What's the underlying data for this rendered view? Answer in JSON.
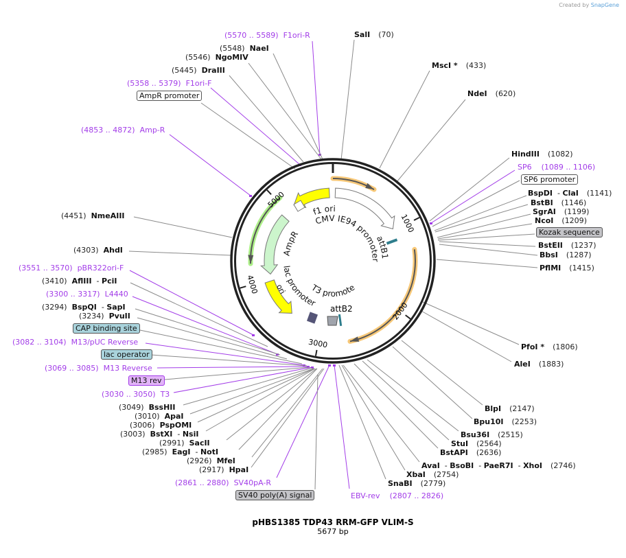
{
  "credit": {
    "prefix": "Created by",
    "brand": "SnapGene"
  },
  "plasmid": {
    "name": "pHBS1385 TDP43 RRM-GFP VLIM-S",
    "length": "5677 bp",
    "total_bp": 5677
  },
  "ticks": [
    "1000",
    "2000",
    "3000",
    "4000",
    "5000"
  ],
  "features": [
    {
      "name": "f1 ori",
      "color": "#ffff00"
    },
    {
      "name": "CMV IE94 promoter",
      "color": "#ffffff"
    },
    {
      "name": "attB1",
      "color": "#2e7d8c"
    },
    {
      "name": "AmpR",
      "color": "#ccf5cc"
    },
    {
      "name": "ori",
      "color": "#ffff00"
    },
    {
      "name": "lac promoter",
      "color": "#ffffff"
    },
    {
      "name": "T3 promoter",
      "color": "#ffffff"
    },
    {
      "name": "attB2",
      "color": "#2e7d8c"
    }
  ],
  "colors": {
    "primer": "#a23ce8",
    "orf_orange": "#f7c878",
    "orf_green": "#aef08a",
    "box_blue": "#a9d3dc",
    "box_gray": "#c4c4c8",
    "box_purple": "#e2b4f8"
  },
  "annotations": [
    {
      "type": "primer",
      "side": "left",
      "range": "5570 .. 5589",
      "name": "F1ori-R"
    },
    {
      "type": "enzyme",
      "side": "left",
      "pos": "5548",
      "names": [
        "NaeI"
      ]
    },
    {
      "type": "enzyme",
      "side": "left",
      "pos": "5546",
      "names": [
        "NgoMIV"
      ]
    },
    {
      "type": "enzyme",
      "side": "left",
      "pos": "5445",
      "names": [
        "DraIII"
      ]
    },
    {
      "type": "primer",
      "side": "left",
      "range": "5358 .. 5379",
      "name": "F1ori-F"
    },
    {
      "type": "box",
      "name": "AmpR promoter",
      "style": "white"
    },
    {
      "type": "primer",
      "side": "left",
      "range": "4853 .. 4872",
      "name": "Amp-R"
    },
    {
      "type": "enzyme",
      "side": "left",
      "pos": "4451",
      "names": [
        "NmeAIII"
      ]
    },
    {
      "type": "enzyme",
      "side": "left",
      "pos": "4303",
      "names": [
        "AhdI"
      ]
    },
    {
      "type": "primer",
      "side": "left",
      "range": "3551 .. 3570",
      "name": "pBR322ori-F"
    },
    {
      "type": "enzyme",
      "side": "left",
      "pos": "3410",
      "names": [
        "AflIII",
        "PciI"
      ]
    },
    {
      "type": "primer",
      "side": "left",
      "range": "3300 .. 3317",
      "name": "L4440"
    },
    {
      "type": "enzyme",
      "side": "left",
      "pos": "3294",
      "names": [
        "BspQI",
        "SapI"
      ]
    },
    {
      "type": "enzyme",
      "side": "left",
      "pos": "3234",
      "names": [
        "PvuII"
      ]
    },
    {
      "type": "box",
      "name": "CAP binding site",
      "style": "blue"
    },
    {
      "type": "primer",
      "side": "left",
      "range": "3082 .. 3104",
      "name": "M13/pUC Reverse"
    },
    {
      "type": "box",
      "name": "lac operator",
      "style": "blue"
    },
    {
      "type": "primer",
      "side": "left",
      "range": "3069 .. 3085",
      "name": "M13 Reverse"
    },
    {
      "type": "box",
      "name": "M13 rev",
      "style": "purple"
    },
    {
      "type": "primer",
      "side": "left",
      "range": "3030 .. 3050",
      "name": "T3"
    },
    {
      "type": "enzyme",
      "side": "left",
      "pos": "3049",
      "names": [
        "BssHII"
      ]
    },
    {
      "type": "enzyme",
      "side": "left",
      "pos": "3010",
      "names": [
        "ApaI"
      ]
    },
    {
      "type": "enzyme",
      "side": "left",
      "pos": "3006",
      "names": [
        "PspOMI"
      ]
    },
    {
      "type": "enzyme",
      "side": "left",
      "pos": "3003",
      "names": [
        "BstXI",
        "NsiI"
      ]
    },
    {
      "type": "enzyme",
      "side": "left",
      "pos": "2991",
      "names": [
        "SacII"
      ]
    },
    {
      "type": "enzyme",
      "side": "left",
      "pos": "2985",
      "names": [
        "EagI",
        "NotI"
      ]
    },
    {
      "type": "enzyme",
      "side": "left",
      "pos": "2926",
      "names": [
        "MfeI"
      ]
    },
    {
      "type": "enzyme",
      "side": "left",
      "pos": "2917",
      "names": [
        "HpaI"
      ]
    },
    {
      "type": "primer",
      "side": "left",
      "range": "2861 .. 2880",
      "name": "SV40pA-R"
    },
    {
      "type": "box",
      "name": "SV40 poly(A) signal",
      "style": "gray"
    },
    {
      "type": "primer",
      "side": "right",
      "range": "2807 .. 2826",
      "name": "EBV-rev"
    },
    {
      "type": "enzyme",
      "side": "right",
      "pos": "2779",
      "names": [
        "SnaBI"
      ]
    },
    {
      "type": "enzyme",
      "side": "right",
      "pos": "2754",
      "names": [
        "XbaI"
      ]
    },
    {
      "type": "enzyme",
      "side": "right",
      "pos": "2746",
      "names": [
        "AvaI",
        "BsoBI",
        "PaeR7I",
        "XhoI"
      ]
    },
    {
      "type": "enzyme",
      "side": "right",
      "pos": "2636",
      "names": [
        "BstAPI"
      ]
    },
    {
      "type": "enzyme",
      "side": "right",
      "pos": "2564",
      "names": [
        "StuI"
      ]
    },
    {
      "type": "enzyme",
      "side": "right",
      "pos": "2515",
      "names": [
        "Bsu36I"
      ]
    },
    {
      "type": "enzyme",
      "side": "right",
      "pos": "2253",
      "names": [
        "Bpu10I"
      ]
    },
    {
      "type": "enzyme",
      "side": "right",
      "pos": "2147",
      "names": [
        "BlpI"
      ]
    },
    {
      "type": "enzyme",
      "side": "right",
      "pos": "1883",
      "names": [
        "AleI"
      ]
    },
    {
      "type": "enzyme",
      "side": "right",
      "pos": "1806",
      "names": [
        "PfoI *"
      ]
    },
    {
      "type": "enzyme",
      "side": "right",
      "pos": "1415",
      "names": [
        "PflMI"
      ]
    },
    {
      "type": "enzyme",
      "side": "right",
      "pos": "1287",
      "names": [
        "BbsI"
      ]
    },
    {
      "type": "enzyme",
      "side": "right",
      "pos": "1237",
      "names": [
        "BstEII"
      ]
    },
    {
      "type": "box",
      "name": "Kozak sequence",
      "style": "gray"
    },
    {
      "type": "enzyme",
      "side": "right",
      "pos": "1209",
      "names": [
        "NcoI"
      ]
    },
    {
      "type": "enzyme",
      "side": "right",
      "pos": "1199",
      "names": [
        "SgrAI"
      ]
    },
    {
      "type": "enzyme",
      "side": "right",
      "pos": "1146",
      "names": [
        "BstBI"
      ]
    },
    {
      "type": "enzyme",
      "side": "right",
      "pos": "1141",
      "names": [
        "BspDI",
        "ClaI"
      ]
    },
    {
      "type": "box",
      "name": "SP6 promoter",
      "style": "white"
    },
    {
      "type": "primer",
      "side": "right",
      "range": "1089 .. 1106",
      "name": "SP6"
    },
    {
      "type": "enzyme",
      "side": "right",
      "pos": "1082",
      "names": [
        "HindIII"
      ]
    },
    {
      "type": "enzyme",
      "side": "right",
      "pos": "620",
      "names": [
        "NdeI"
      ]
    },
    {
      "type": "enzyme",
      "side": "right",
      "pos": "433",
      "names": [
        "MscI *"
      ]
    },
    {
      "type": "enzyme",
      "side": "right",
      "pos": "70",
      "names": [
        "SalI"
      ]
    }
  ]
}
